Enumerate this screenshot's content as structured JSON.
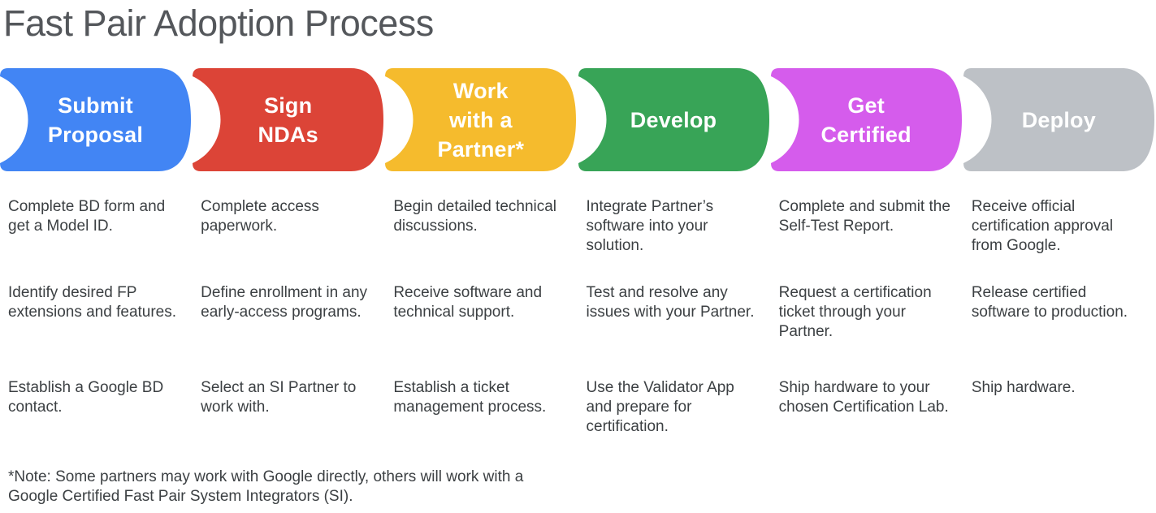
{
  "title": "Fast Pair Adoption Process",
  "footnote": "*Note: Some partners may work with Google directly, others will work with a Google Certified Fast Pair System Integrators (SI).",
  "stages": [
    {
      "name": "Submit Proposal",
      "label": "Submit\nProposal",
      "color": "#4285F4",
      "steps": [
        "Complete BD form and get a Model ID.",
        "Identify desired FP extensions and features.",
        "Establish a Google BD contact."
      ]
    },
    {
      "name": "Sign NDAs",
      "label": "Sign\nNDAs",
      "color": "#DC4437",
      "steps": [
        "Complete access paperwork.",
        "Define enrollment in any early-access programs.",
        "Select an SI Partner to work with."
      ]
    },
    {
      "name": "Work with a Partner*",
      "label": "Work\nwith a\nPartner*",
      "color": "#F5BB2D",
      "steps": [
        "Begin detailed technical discussions.",
        "Receive software and technical support.",
        "Establish a ticket management process."
      ]
    },
    {
      "name": "Develop",
      "label": "Develop",
      "color": "#38A457",
      "steps": [
        "Integrate Partner’s software into your solution.",
        "Test and resolve any issues with your Partner.",
        "Use the Validator App and prepare for certification."
      ]
    },
    {
      "name": "Get Certified",
      "label": "Get\nCertified",
      "color": "#D55CEC",
      "steps": [
        "Complete and submit the Self-Test Report.",
        "Request a certification ticket through your Partner.",
        "Ship hardware to your chosen Certification Lab."
      ]
    },
    {
      "name": "Deploy",
      "label": "Deploy",
      "color": "#BDC1C6",
      "steps": [
        "Receive official certification approval from Google.",
        "Release certified software to production.",
        "Ship hardware."
      ]
    }
  ]
}
